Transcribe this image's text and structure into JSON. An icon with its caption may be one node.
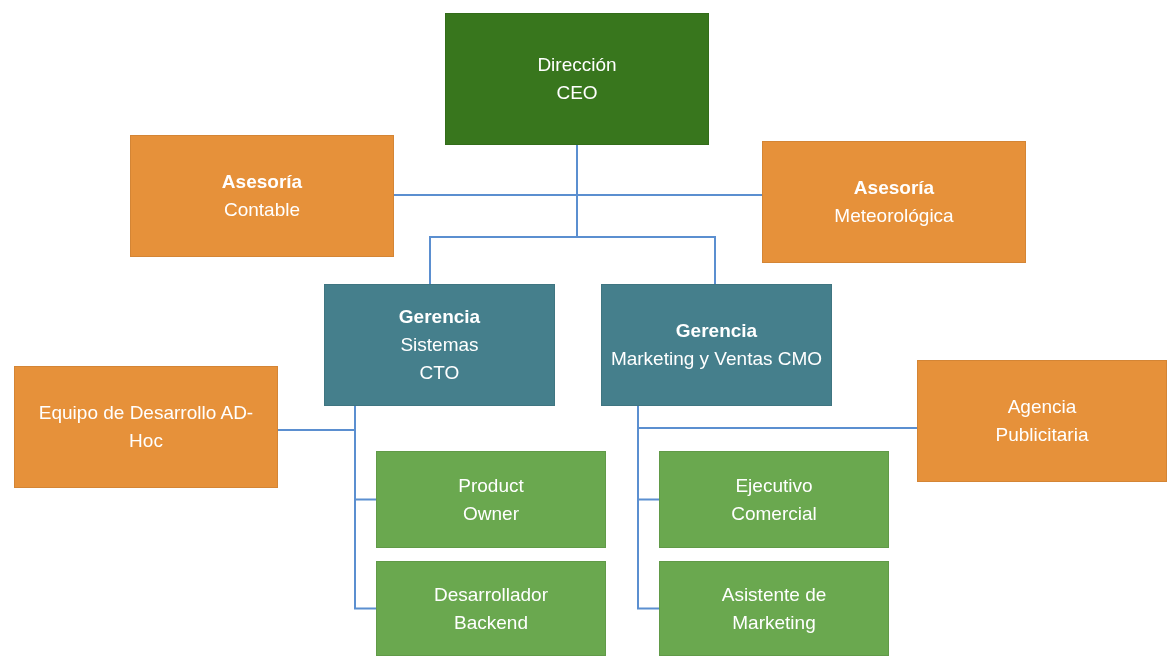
{
  "diagram": {
    "nodes": [
      {
        "text": [
          "Dirección CEO"
        ]
      },
      {
        "text": [
          "Asesoría",
          "Contable"
        ]
      },
      {
        "text": [
          "Asesoría",
          "Meteorológica"
        ]
      },
      {
        "text": [
          "Gerencia",
          "Sistemas CTO"
        ]
      },
      {
        "text": [
          "Gerencia",
          "Marketing y Ventas CMO"
        ]
      },
      {
        "text": [
          "Equipo de Desarrollo AD-Hoc"
        ]
      },
      {
        "text": [
          "Agencia Publicitaria"
        ]
      },
      {
        "text": [
          "Product Owner"
        ]
      },
      {
        "text": [
          "Desarrollador Backend"
        ]
      },
      {
        "text": [
          "Ejecutivo Comercial"
        ]
      },
      {
        "text": [
          "Asistente de Marketing"
        ]
      }
    ],
    "edges": [
      {
        "from": 0,
        "to": 1,
        "arrow": "none"
      },
      {
        "from": 0,
        "to": 2,
        "arrow": "none"
      },
      {
        "from": 0,
        "to": 3,
        "arrow": "none"
      },
      {
        "from": 0,
        "to": 4,
        "arrow": "none"
      },
      {
        "from": 3,
        "to": 5,
        "arrow": "none"
      },
      {
        "from": 3,
        "to": 7,
        "arrow": "none"
      },
      {
        "from": 3,
        "to": 8,
        "arrow": "none"
      },
      {
        "from": 4,
        "to": 6,
        "arrow": "none"
      },
      {
        "from": 4,
        "to": 9,
        "arrow": "none"
      },
      {
        "from": 4,
        "to": 10,
        "arrow": "none"
      }
    ]
  }
}
